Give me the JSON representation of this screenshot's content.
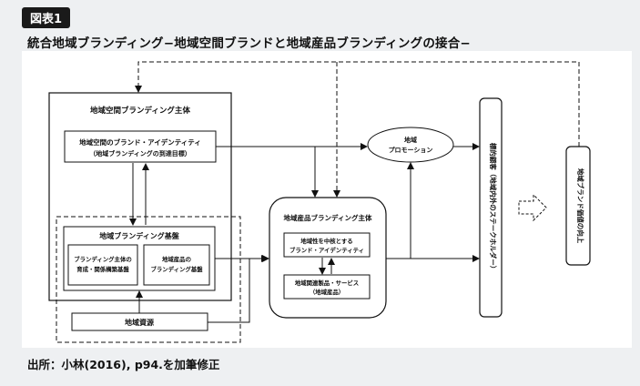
{
  "figure": {
    "badge": "図表1",
    "title": "統合地域ブランディング−地域空間ブランドと地域産品ブランディングの接合−",
    "source": "出所：小林(2016), p94.を加筆修正"
  },
  "nodes": {
    "spatial_entity": "地域空間ブランディング主体",
    "spatial_identity_1": "地域空間のブランド・アイデンティティ",
    "spatial_identity_2": "（地域ブランディングの到達目標）",
    "branding_base": "地域ブランディング基盤",
    "entity_dev_1": "ブランディング主体の",
    "entity_dev_2": "育成・関係構築基盤",
    "product_base_1": "地域産品の",
    "product_base_2": "ブランディング基盤",
    "resources": "地域資源",
    "promotion_1": "地域",
    "promotion_2": "プロモーション",
    "product_entity": "地域産品ブランディング主体",
    "product_identity_1": "地域性を中核とする",
    "product_identity_2": "ブランド・アイデンティティ",
    "products_1": "地域関連製品・サービス",
    "products_2": "（地域産品）",
    "target": "標的顧客（地域内外のステークホルダー）",
    "brand_value": "地域ブランド価値の向上"
  }
}
